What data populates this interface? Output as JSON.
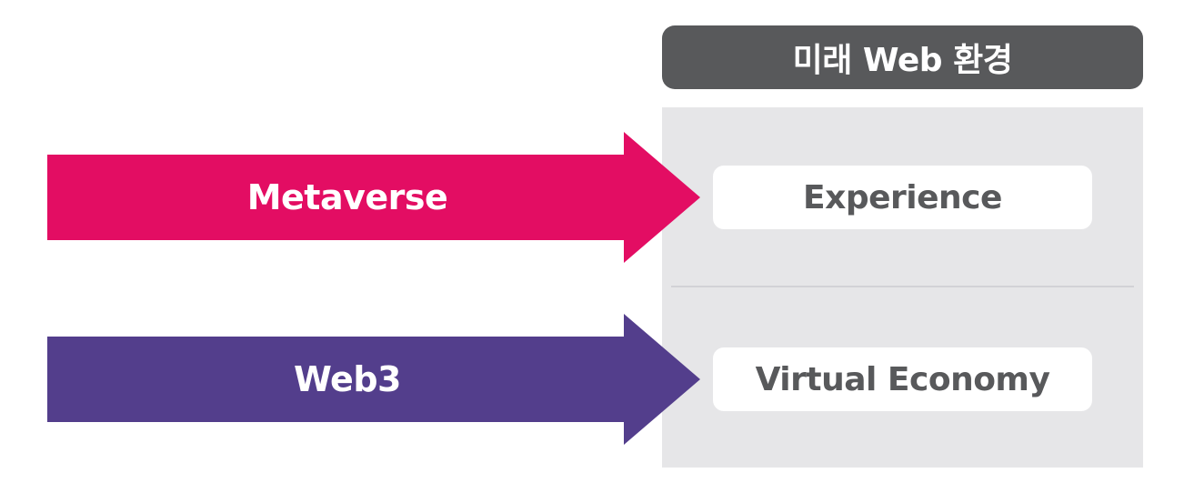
{
  "header": {
    "title": "미래 Web 환경"
  },
  "arrows": [
    {
      "label": "Metaverse",
      "color": "#e30d63"
    },
    {
      "label": "Web3",
      "color": "#533e8c"
    }
  ],
  "targets": [
    {
      "label": "Experience"
    },
    {
      "label": "Virtual Economy"
    }
  ],
  "colors": {
    "header_bg": "#58595b",
    "panel_bg": "#e6e6e8",
    "card_text": "#58595b"
  }
}
